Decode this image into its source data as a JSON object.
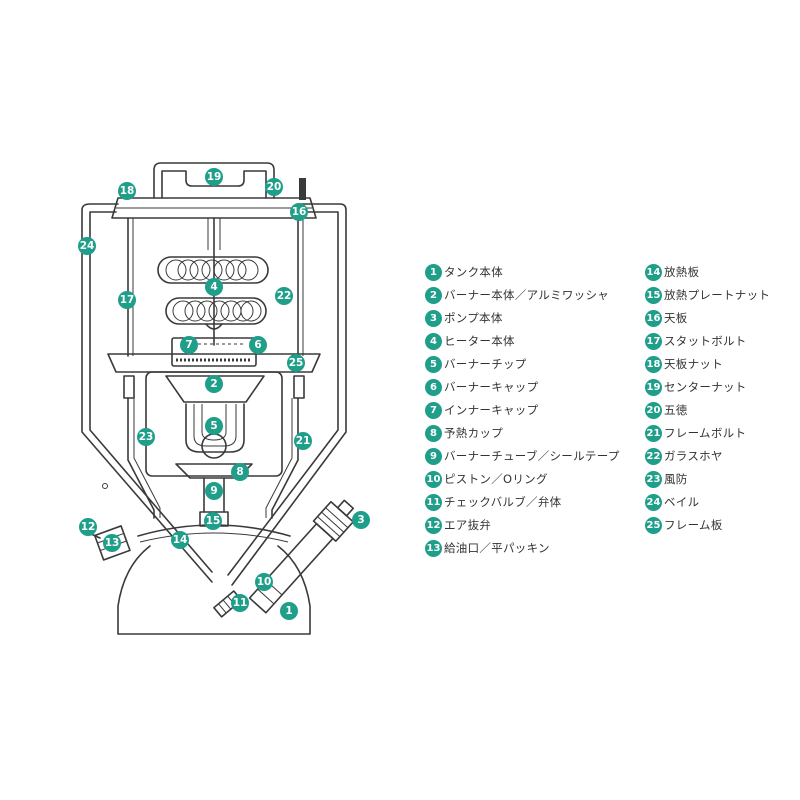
{
  "accent_color": "#1f9e8a",
  "parts": [
    {
      "num": "1",
      "label": "タンク本体"
    },
    {
      "num": "2",
      "label": "バーナー本体／アルミワッシャ"
    },
    {
      "num": "3",
      "label": "ポンプ本体"
    },
    {
      "num": "4",
      "label": "ヒーター本体"
    },
    {
      "num": "5",
      "label": "バーナーチップ"
    },
    {
      "num": "6",
      "label": "バーナーキャップ"
    },
    {
      "num": "7",
      "label": "インナーキャップ"
    },
    {
      "num": "8",
      "label": "予熱カップ"
    },
    {
      "num": "9",
      "label": "バーナーチューブ／シールテープ"
    },
    {
      "num": "10",
      "label": "ピストン／Oリング"
    },
    {
      "num": "11",
      "label": "チェックバルブ／弁体"
    },
    {
      "num": "12",
      "label": "エア抜弁"
    },
    {
      "num": "13",
      "label": "給油口／平パッキン"
    },
    {
      "num": "14",
      "label": "放熱板"
    },
    {
      "num": "15",
      "label": "放熱プレートナット"
    },
    {
      "num": "16",
      "label": "天板"
    },
    {
      "num": "17",
      "label": "スタットボルト"
    },
    {
      "num": "18",
      "label": "天板ナット"
    },
    {
      "num": "19",
      "label": "センターナット"
    },
    {
      "num": "20",
      "label": "五徳"
    },
    {
      "num": "21",
      "label": "フレームボルト"
    },
    {
      "num": "22",
      "label": "ガラスホヤ"
    },
    {
      "num": "23",
      "label": "風防"
    },
    {
      "num": "24",
      "label": "ベイル"
    },
    {
      "num": "25",
      "label": "フレーム板"
    }
  ]
}
